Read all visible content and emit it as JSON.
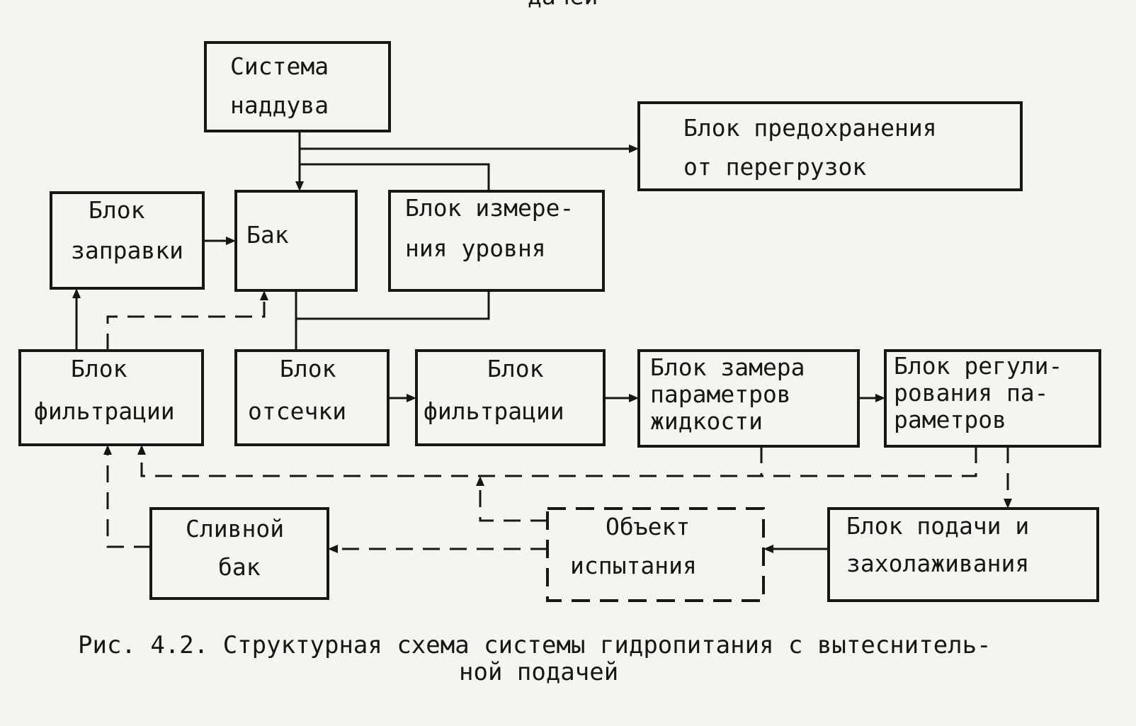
{
  "header_fragment": "дачей",
  "blocks": {
    "pressurization": {
      "line1": "Система",
      "line2": "наддува"
    },
    "overload_protection": {
      "line1": "Блок предохранения",
      "line2": "от перегрузок"
    },
    "filling": {
      "line1": "Блок",
      "line2": "заправки"
    },
    "tank": {
      "line1": "Бак"
    },
    "level_measurement": {
      "line1": "Блок измере-",
      "line2": "ния уровня"
    },
    "filtration_left": {
      "line1": "Блок",
      "line2": "фильтрации"
    },
    "cutoff": {
      "line1": "Блок",
      "line2": "отсечки"
    },
    "filtration_mid": {
      "line1": "Блок",
      "line2": "фильтрации"
    },
    "fluid_params": {
      "line1": "Блок замера",
      "line2": "параметров",
      "line3": "жидкости"
    },
    "param_regulation": {
      "line1": "Блок регули-",
      "line2": "рования па-",
      "line3": "раметров"
    },
    "drain_tank": {
      "line1": "Сливной",
      "line2": "бак"
    },
    "test_object": {
      "line1": "Объект",
      "line2": "испытания"
    },
    "supply_cooling": {
      "line1": "Блок подачи и",
      "line2": "захолаживания"
    }
  },
  "caption": {
    "line1": "Рис. 4.2. Структурная схема системы гидропитания с вытеснитель-",
    "line2": "ной подачей"
  }
}
